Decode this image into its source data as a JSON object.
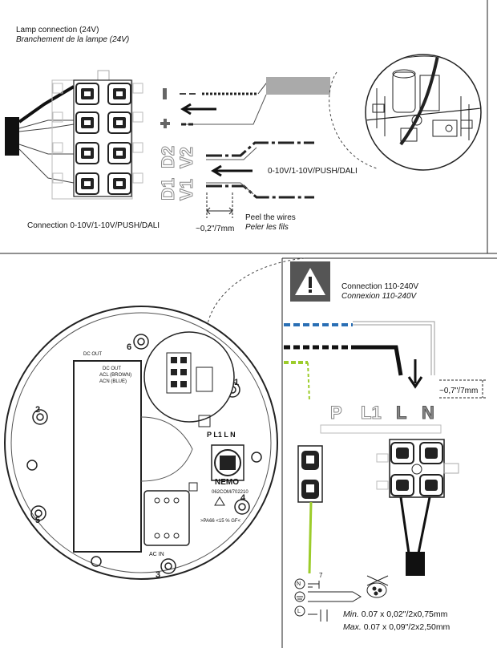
{
  "top": {
    "title_en": "Lamp connection (24V)",
    "title_fr": "Branchement de la lampe (24V)",
    "minus": "-",
    "plus": "+",
    "terminals": [
      "D2",
      "D1",
      "V2",
      "V1"
    ],
    "signal": "0-10V/1-10V/PUSH/DALI",
    "strip": "~0,2\"/7mm",
    "peel_en": "Peel the wires",
    "peel_fr": "Peler les fils",
    "connection": "Connection 0-10V/1-10V/PUSH/DALI"
  },
  "board": {
    "dc_out": "DC OUT",
    "acl": "ACL (BROWN)",
    "acn": "ACN (BLUE)",
    "ac_in": "AC IN",
    "pl1ln": "P L1 L N",
    "brand": "NEMO",
    "code": "062COM/702210",
    "pa": ">PA66 <15 % GF<"
  },
  "right": {
    "conn_en": "Connection 110-240V",
    "conn_fr": "Connexion 110-240V",
    "strip": "~0,7\"/7mm",
    "terminals": [
      "P",
      "L1",
      "L",
      "N"
    ],
    "min_label": "Min.",
    "min_value": "0.07 x 0,02\"/2x0,75mm",
    "max_label": "Max.",
    "max_value": "0.07 x 0,09\"/2x2,50mm",
    "n": "N",
    "l": "L",
    "dim7": "7"
  }
}
